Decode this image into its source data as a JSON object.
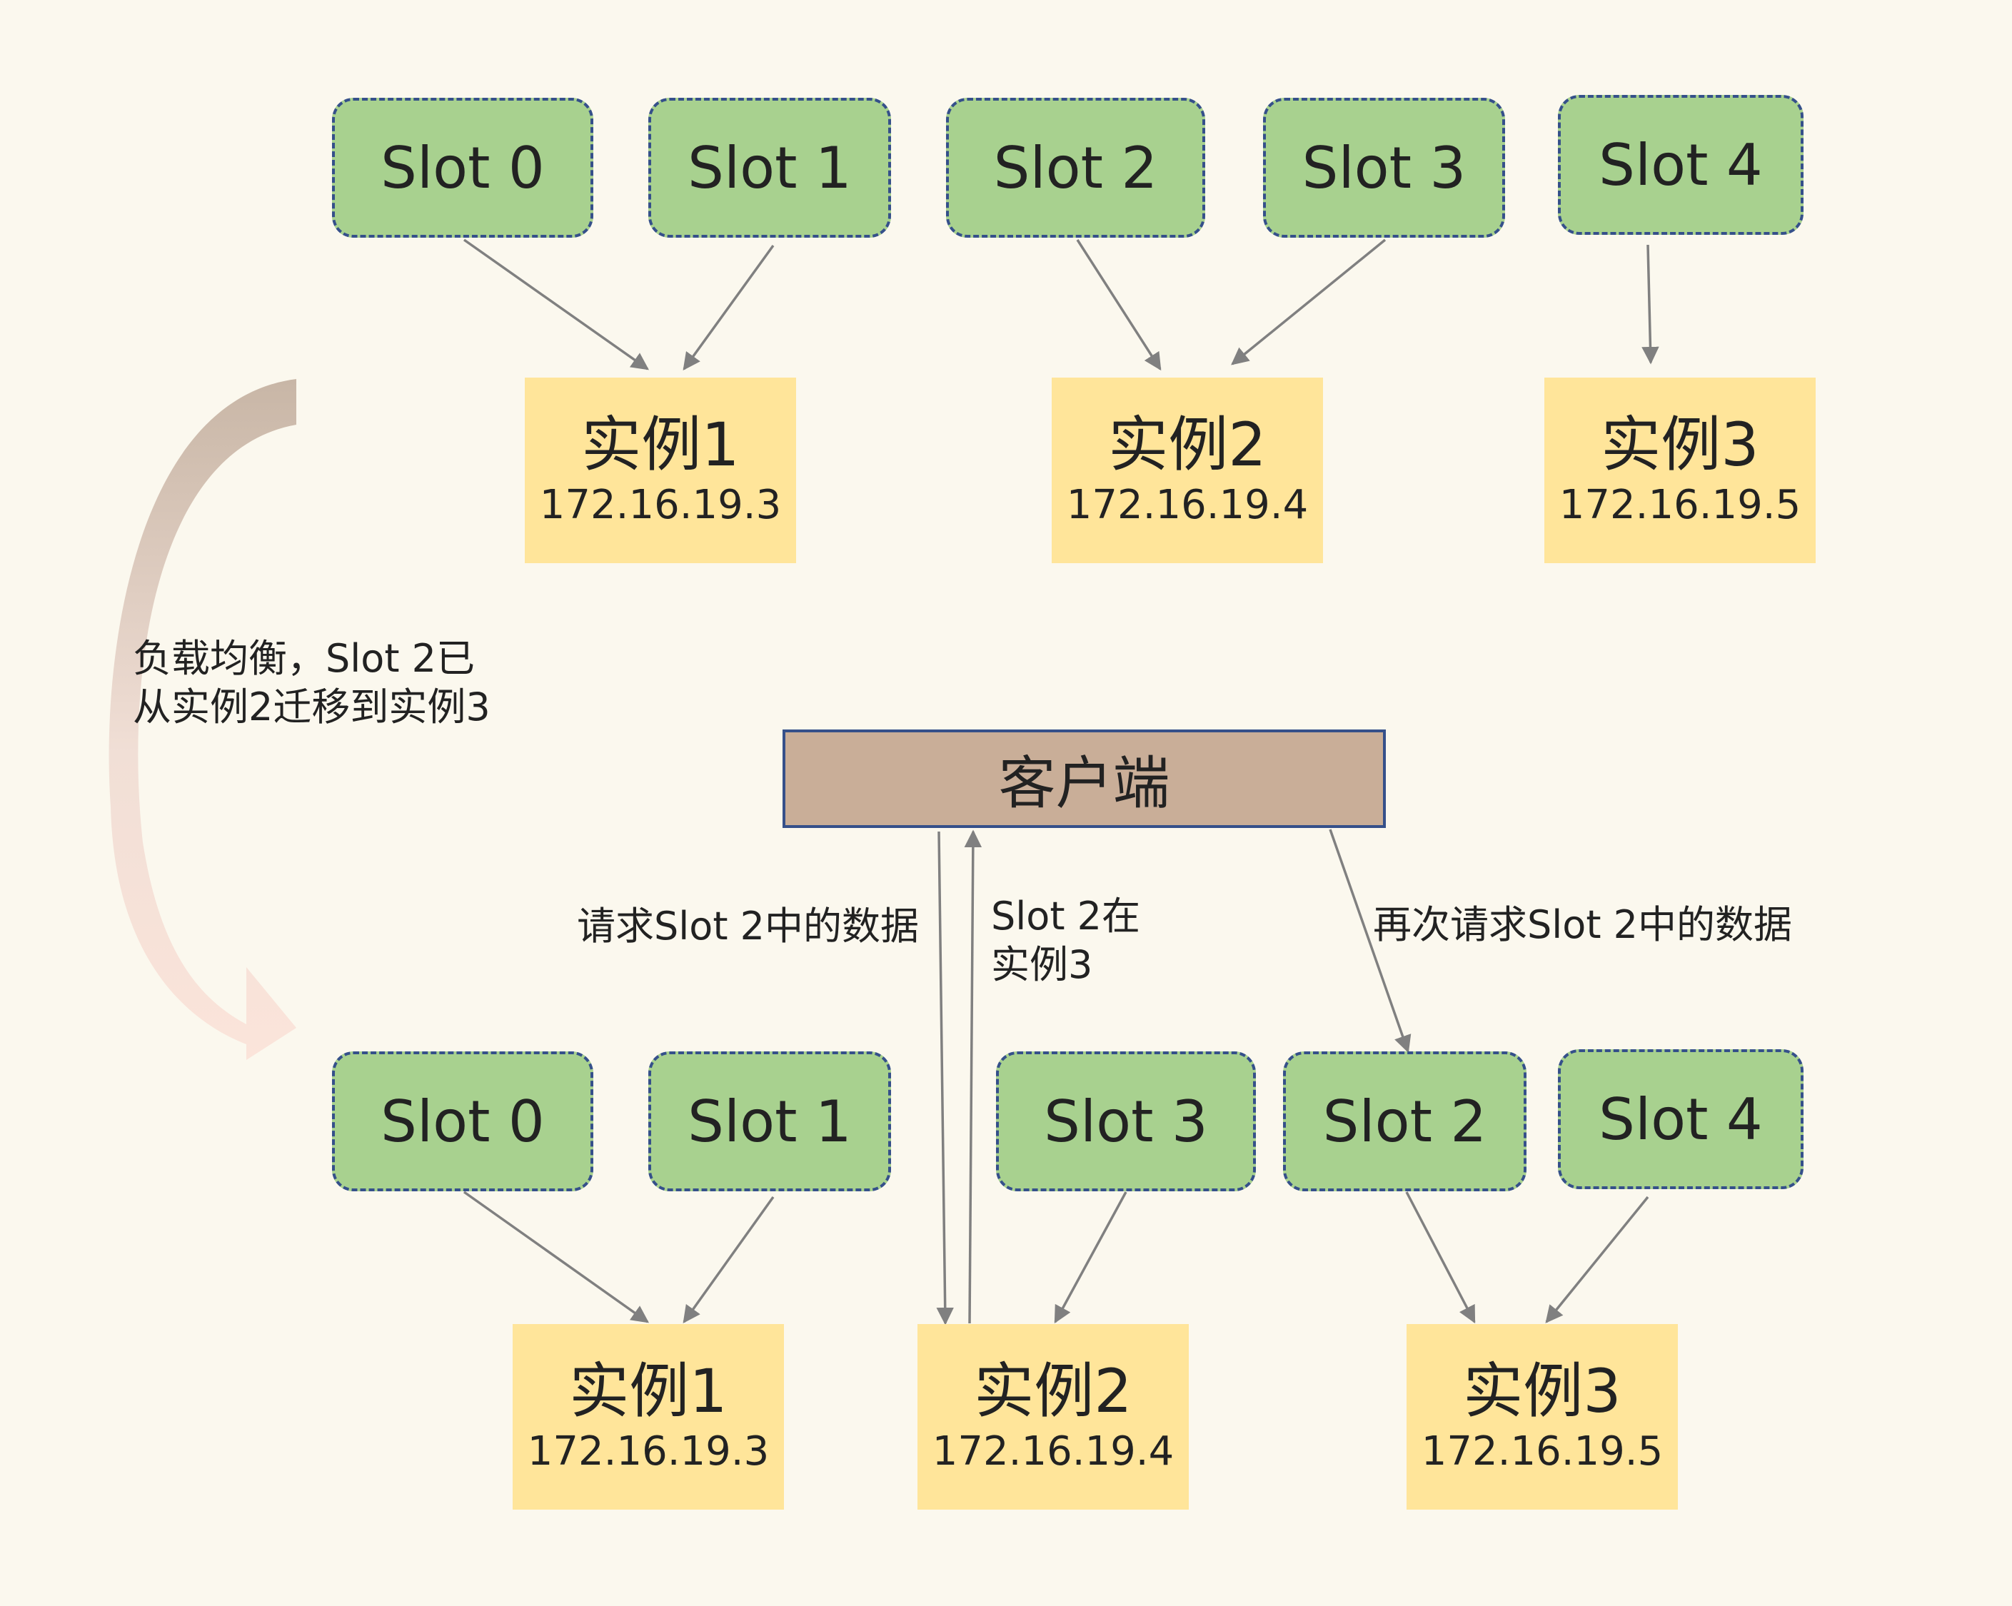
{
  "before": {
    "slots": [
      "Slot 0",
      "Slot 1",
      "Slot 2",
      "Slot 3",
      "Slot 4"
    ],
    "instances": [
      {
        "name": "实例1",
        "ip": "172.16.19.3"
      },
      {
        "name": "实例2",
        "ip": "172.16.19.4"
      },
      {
        "name": "实例3",
        "ip": "172.16.19.5"
      }
    ]
  },
  "after": {
    "slots": [
      "Slot 0",
      "Slot 1",
      "Slot 3",
      "Slot 2",
      "Slot 4"
    ],
    "instances": [
      {
        "name": "实例1",
        "ip": "172.16.19.3"
      },
      {
        "name": "实例2",
        "ip": "172.16.19.4"
      },
      {
        "name": "实例3",
        "ip": "172.16.19.5"
      }
    ]
  },
  "client": {
    "label": "客户端"
  },
  "migration_note": {
    "line1": "负载均衡，Slot 2已",
    "line2": "从实例2迁移到实例3"
  },
  "requests": {
    "first": "请求Slot 2中的数据",
    "reply_line1": "Slot 2在",
    "reply_line2": "实例3",
    "second": "再次请求Slot 2中的数据"
  },
  "colors": {
    "slot_fill": "#a8d18f",
    "slot_border": "#35508a",
    "instance_fill": "#ffe59a",
    "client_fill": "#c9ae98",
    "background": "#fbf8ee",
    "arrow": "#808080"
  }
}
